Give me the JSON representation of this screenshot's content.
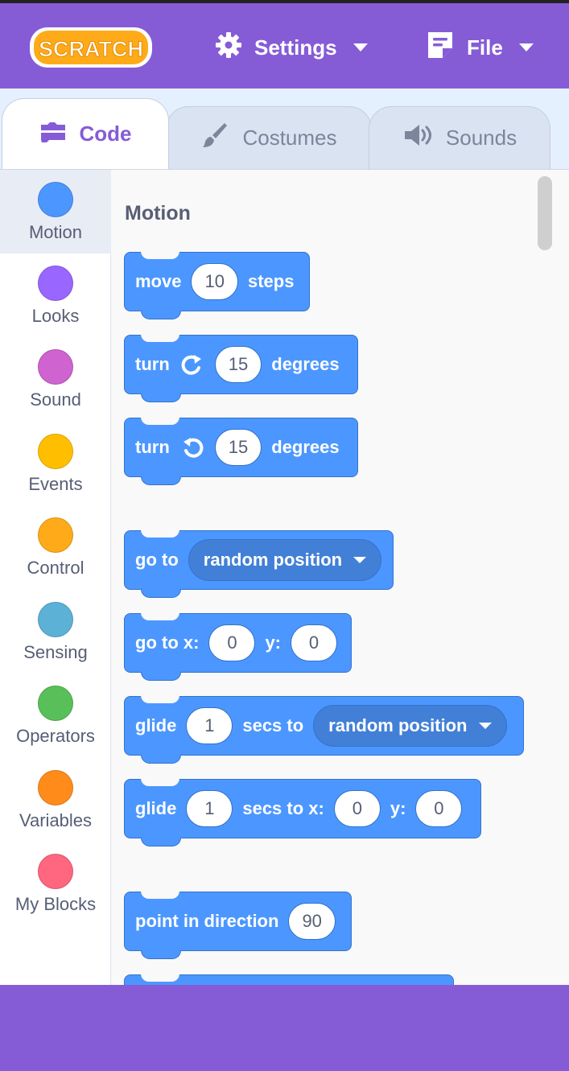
{
  "menu": {
    "logo_text": "SCRATCH",
    "settings_label": "Settings",
    "file_label": "File"
  },
  "tabs": {
    "code": "Code",
    "costumes": "Costumes",
    "sounds": "Sounds"
  },
  "categories": [
    {
      "label": "Motion",
      "color": "#4c97ff",
      "selected": true
    },
    {
      "label": "Looks",
      "color": "#9966ff"
    },
    {
      "label": "Sound",
      "color": "#cf63cf"
    },
    {
      "label": "Events",
      "color": "#ffbf00"
    },
    {
      "label": "Control",
      "color": "#ffab19"
    },
    {
      "label": "Sensing",
      "color": "#5cb1d6"
    },
    {
      "label": "Operators",
      "color": "#59c059"
    },
    {
      "label": "Variables",
      "color": "#ff8c1a"
    },
    {
      "label": "My Blocks",
      "color": "#ff6680"
    }
  ],
  "palette": {
    "title": "Motion",
    "blocks": {
      "move": {
        "word": "move",
        "steps_value": "10",
        "suffix": "steps"
      },
      "turn_right": {
        "word": "turn",
        "icon": "rotate-clockwise-icon",
        "value": "15",
        "suffix": "degrees"
      },
      "turn_left": {
        "word": "turn",
        "icon": "rotate-counterclockwise-icon",
        "value": "15",
        "suffix": "degrees"
      },
      "go_to": {
        "word": "go to",
        "menu_value": "random position"
      },
      "go_to_xy": {
        "word": "go to x:",
        "x": "0",
        "y_label": "y:",
        "y": "0"
      },
      "glide_to": {
        "word": "glide",
        "secs": "1",
        "mid": "secs to",
        "menu_value": "random position"
      },
      "glide_xy": {
        "word": "glide",
        "secs": "1",
        "mid": "secs to x:",
        "x": "0",
        "y_label": "y:",
        "y": "0"
      },
      "point_direction": {
        "word": "point in direction",
        "value": "90"
      }
    }
  }
}
